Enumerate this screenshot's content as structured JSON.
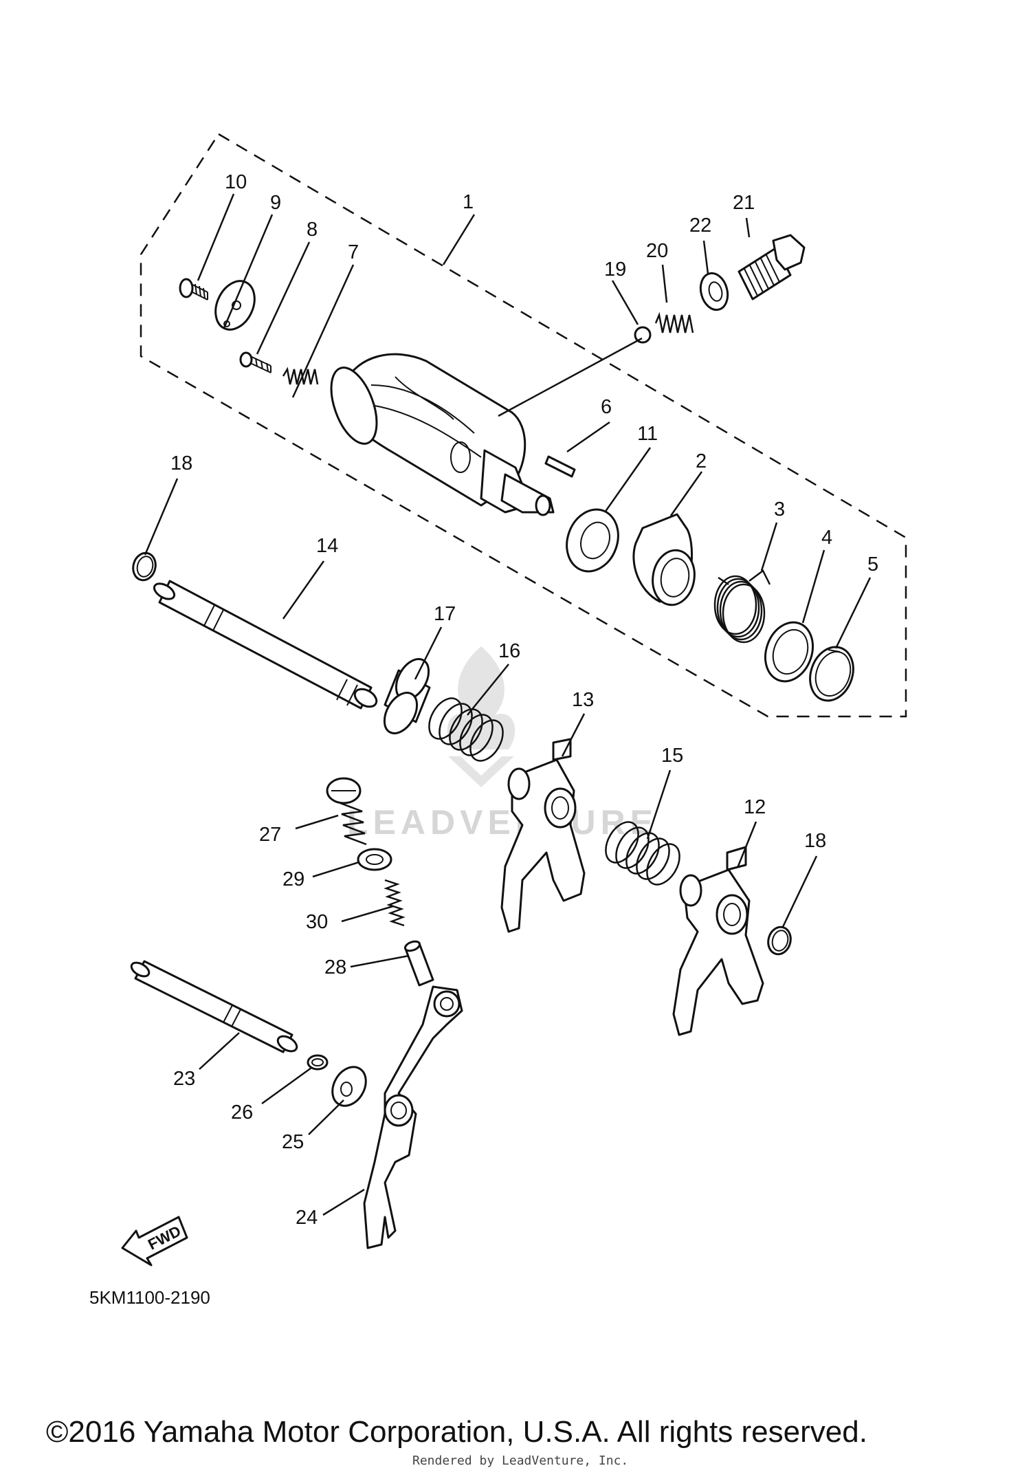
{
  "diagram": {
    "type": "exploded-parts-diagram",
    "callouts": [
      "1",
      "2",
      "3",
      "4",
      "5",
      "6",
      "7",
      "8",
      "9",
      "10",
      "11",
      "12",
      "13",
      "14",
      "15",
      "16",
      "17",
      "18",
      "18",
      "19",
      "20",
      "21",
      "22",
      "23",
      "24",
      "25",
      "26",
      "27",
      "28",
      "29",
      "30"
    ],
    "fwd_label": "FWD",
    "catalog_code": "5KM1100-2190",
    "watermark_text": "LEADVENTURE"
  },
  "footer": {
    "copyright": "©2016 Yamaha Motor Corporation, U.S.A. All rights reserved.",
    "credit": "Rendered by LeadVenture, Inc."
  },
  "icons": {
    "fwd_arrow": "arrow-fwd-icon",
    "watermark_logo": "flame-logo-icon"
  },
  "colors": {
    "ink": "#111111",
    "watermark": "#d6d6d6",
    "background": "#ffffff"
  }
}
